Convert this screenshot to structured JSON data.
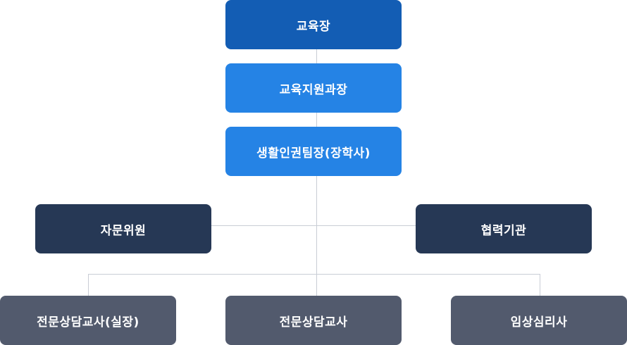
{
  "chart_title": "",
  "colors": {
    "top": "#135db4",
    "mid": "#2583e5",
    "side": "#263855",
    "bottom": "#525a6d",
    "connector": "#c9cdd5"
  },
  "nodes": {
    "superintendent": "교육장",
    "support_director": "교육지원과장",
    "team_leader": "생활인권팀장(장학사)",
    "advisors": "자문위원",
    "partners": "협력기관",
    "chief_counselor": "전문상담교사(실장)",
    "counselor": "전문상담교사",
    "clinical_psychologist": "임상심리사"
  }
}
